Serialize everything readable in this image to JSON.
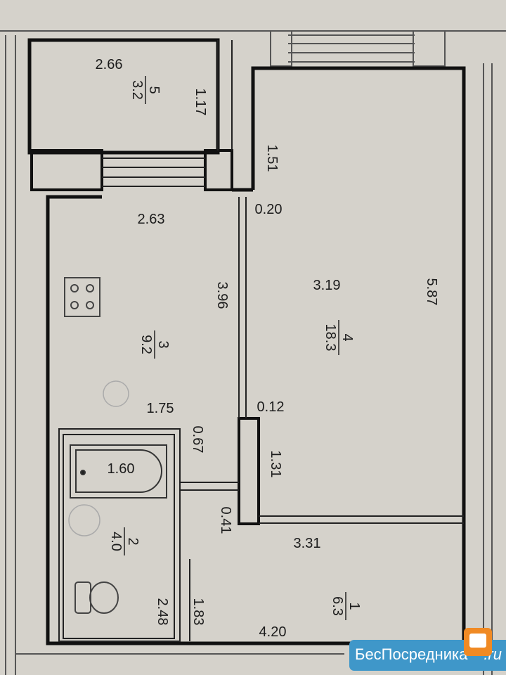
{
  "rooms": [
    {
      "number": "5",
      "area": "3.2"
    },
    {
      "number": "3",
      "area": "9.2"
    },
    {
      "number": "4",
      "area": "18.3"
    },
    {
      "number": "2",
      "area": "4.0"
    },
    {
      "number": "1",
      "area": "6.3"
    }
  ],
  "dimensions": {
    "balcony_width": "2.66",
    "balcony_depth": "1.17",
    "wall_1_51": "1.51",
    "kitchen_width": "2.63",
    "gap_0_20": "0.20",
    "kitchen_length": "3.96",
    "room_width": "3.19",
    "room_length": "5.87",
    "bath_top": "1.75",
    "gap_0_12": "0.12",
    "bath_0_67": "0.67",
    "bathtub": "1.60",
    "column_1_31": "1.31",
    "gap_0_41": "0.41",
    "hall_3_31": "3.31",
    "bath_length": "2.48",
    "hall_1_83": "1.83",
    "hall_width": "4.20"
  },
  "watermark": {
    "text": "БесПосредника",
    "domain": ".ru"
  },
  "colors": {
    "paper": "#d5d2cb",
    "wall": "#111111",
    "watermark": "#3f97c9",
    "logo": "#f08a24"
  }
}
